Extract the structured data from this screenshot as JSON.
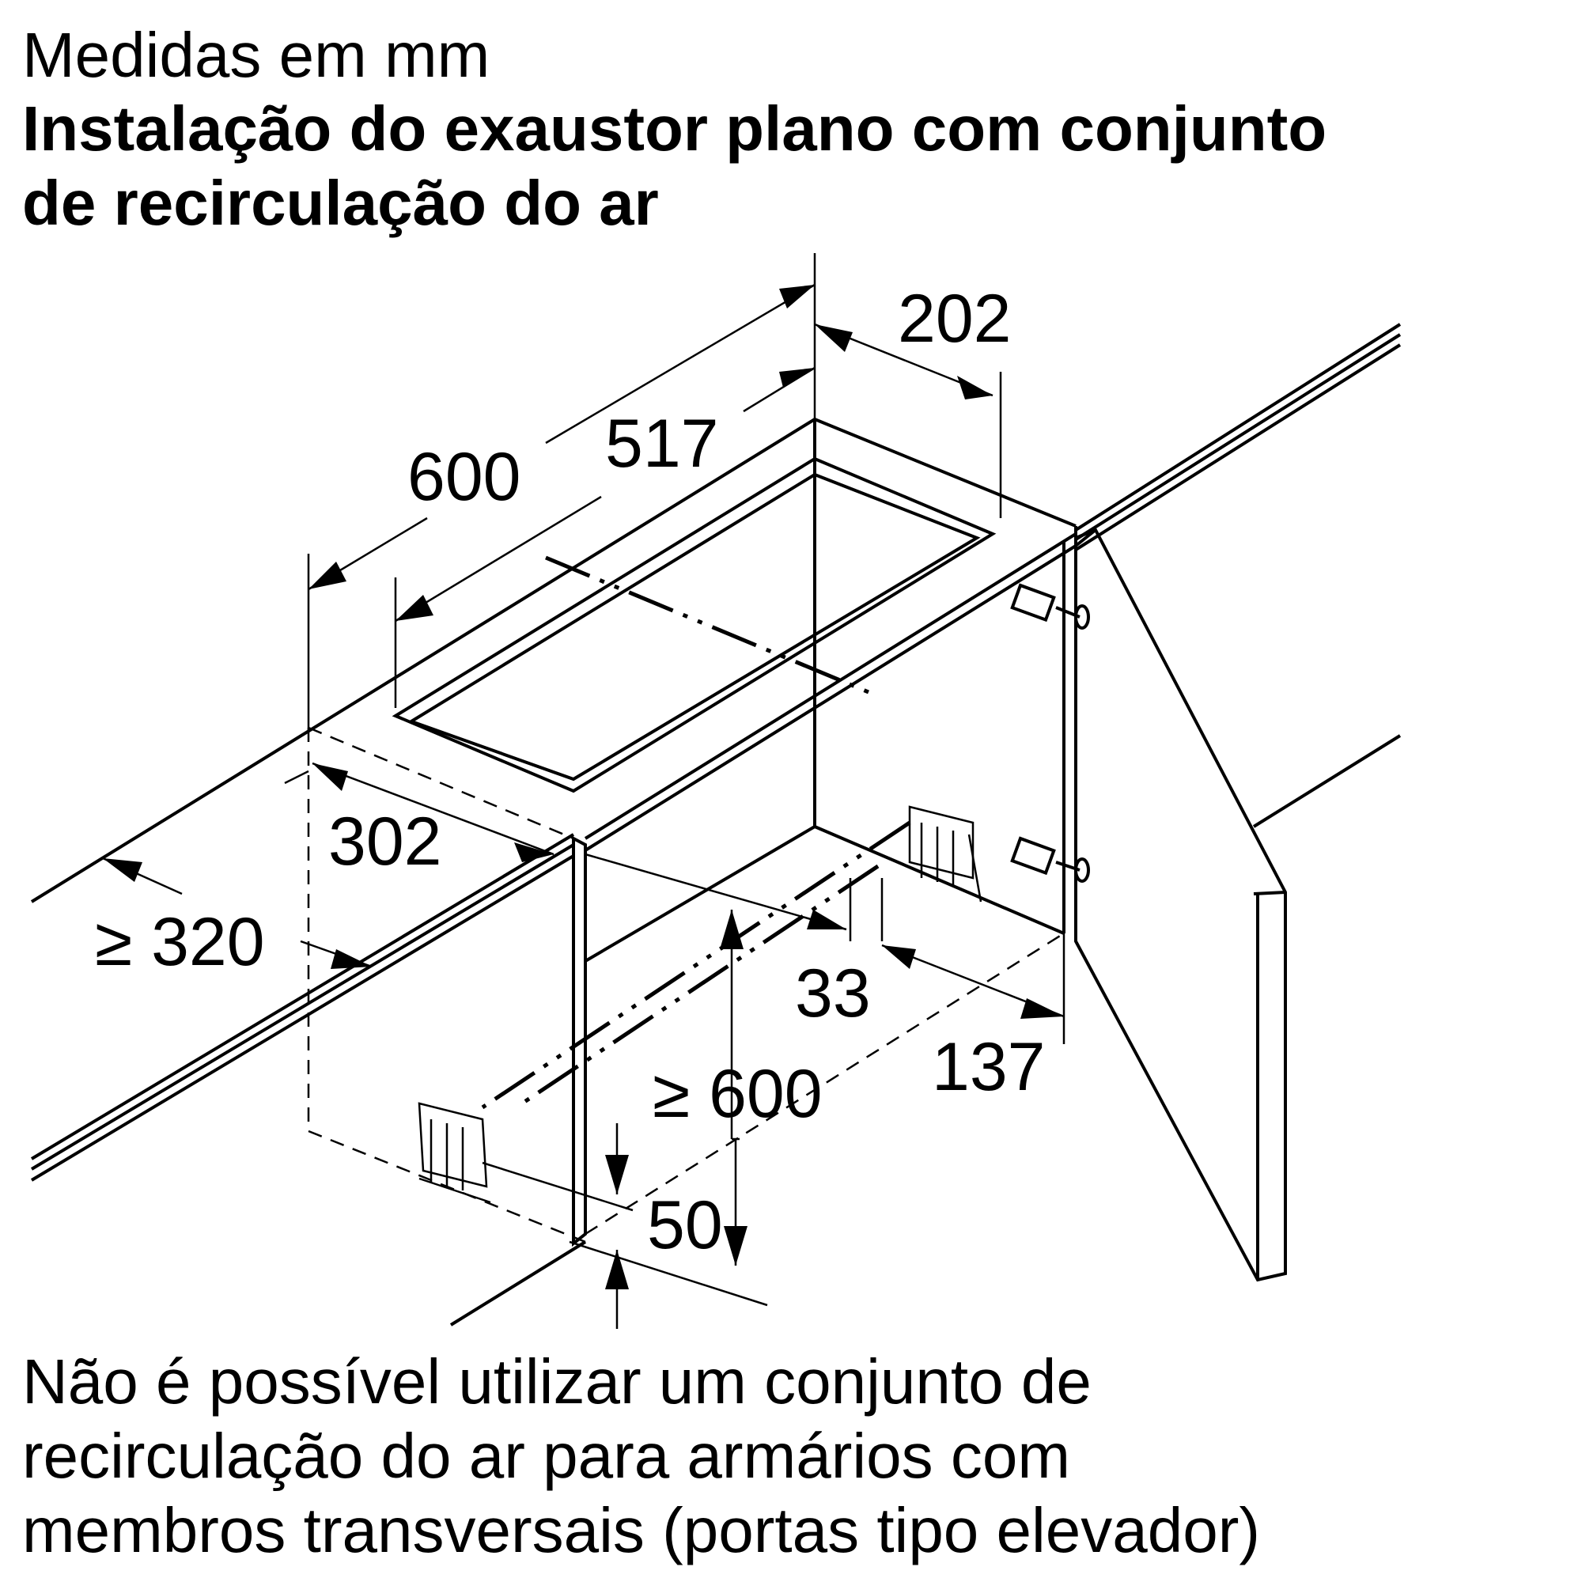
{
  "header": {
    "units": "Medidas em mm",
    "title_line1": "Instalação do exaustor plano com conjunto",
    "title_line2": "de recirculação do ar"
  },
  "dimensions": {
    "d202": "202",
    "d517": "517",
    "d600": "600",
    "d302": "302",
    "d320": "≥ 320",
    "d33": "33",
    "d600b": "≥ 600",
    "d137": "137",
    "d50": "50"
  },
  "note": {
    "line1": "Não é possível utilizar um conjunto de",
    "line2": "recirculação do ar para armários com",
    "line3": "membros transversais (portas tipo elevador)"
  }
}
